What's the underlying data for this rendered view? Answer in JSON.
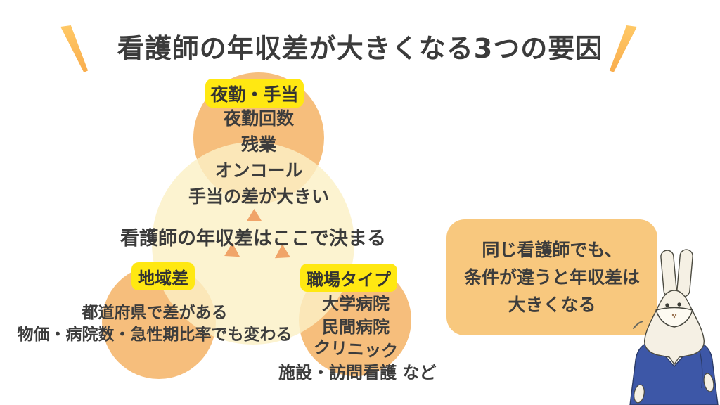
{
  "title": "看護師の年収差が大きくなる3つの要因",
  "diagram": {
    "center_text": "看護師の年収差はここで決まる",
    "top_factor": {
      "label": "夜勤・手当",
      "lines": [
        "夜勤回数",
        "残業",
        "オンコール",
        "手当の差が大きい"
      ]
    },
    "left_factor": {
      "label": "地域差",
      "lines": [
        "都道府県で差がある",
        "物価・病院数・急性期比率でも変わる"
      ]
    },
    "right_factor": {
      "label": "職場タイプ",
      "lines": [
        "大学病院",
        "民間病院",
        "クリニック",
        "施設・訪問看護 など"
      ]
    }
  },
  "callout": {
    "lines": [
      "同じ看護師でも、",
      "条件が違うと年収差は",
      "大きくなる"
    ]
  },
  "mascot": "nurse-rabbit-illustration",
  "colors": {
    "background": "#FFFFFF",
    "text": "#3B3B3B",
    "highlight_yellow": "#FFE812",
    "circle_orange": "#F6BE7C",
    "pale_circle": "#FBF3D1",
    "callout_orange": "#F8C87E",
    "triangle_salmon": "#F0A469",
    "slash_orange": "#FBB95C",
    "scrub_blue": "#3D57A7"
  }
}
